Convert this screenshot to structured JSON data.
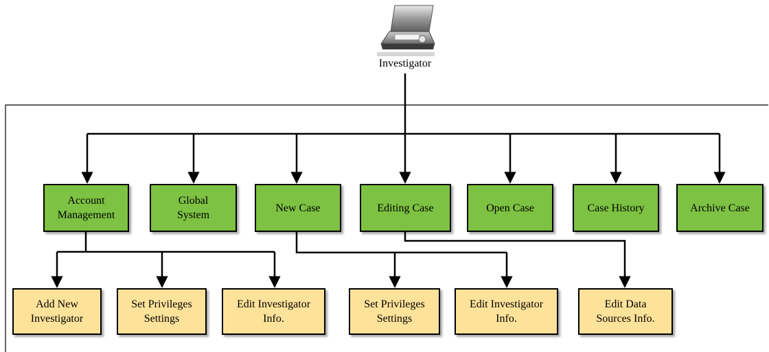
{
  "actor": {
    "label": "Investigator",
    "icon": "laptop-icon"
  },
  "modules": [
    {
      "id": "account-management",
      "label": "Account\nManagement"
    },
    {
      "id": "global-system",
      "label": "Global\nSystem"
    },
    {
      "id": "new-case",
      "label": "New Case"
    },
    {
      "id": "editing-case",
      "label": "Editing Case"
    },
    {
      "id": "open-case",
      "label": "Open Case"
    },
    {
      "id": "case-history",
      "label": "Case History"
    },
    {
      "id": "archive-case",
      "label": "Archive Case"
    }
  ],
  "submodules": [
    {
      "id": "add-new-investigator",
      "label": "Add New\nInvestigator"
    },
    {
      "id": "set-privileges-settings-1",
      "label": "Set Privileges\nSettings"
    },
    {
      "id": "edit-investigator-info-1",
      "label": "Edit Investigator\nInfo."
    },
    {
      "id": "set-privileges-settings-2",
      "label": "Set Privileges\nSettings"
    },
    {
      "id": "edit-investigator-info-2",
      "label": "Edit Investigator\nInfo."
    },
    {
      "id": "edit-data-sources-info",
      "label": "Edit Data\nSources Info."
    }
  ],
  "colors": {
    "module": "#7dc242",
    "submodule": "#fde29a",
    "line": "#000000"
  }
}
